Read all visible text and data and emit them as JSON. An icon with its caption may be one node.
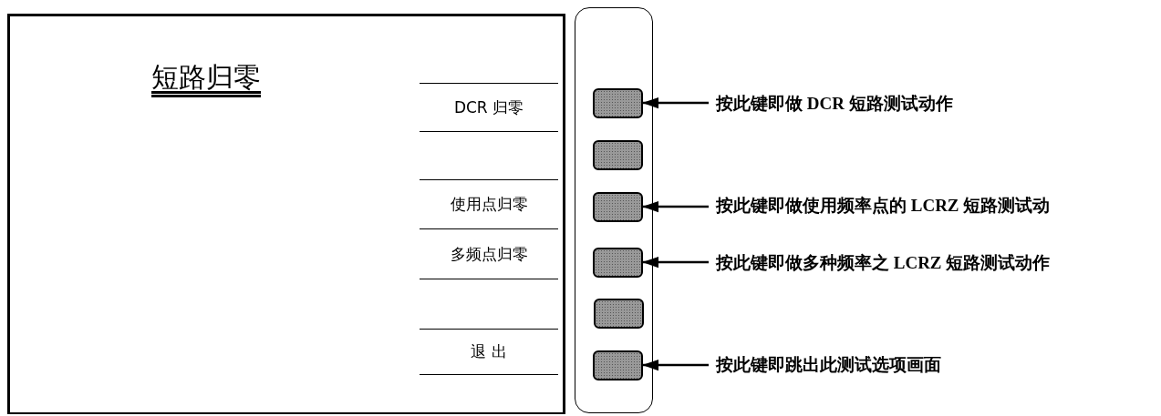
{
  "diagram": {
    "nodes": [
      {
        "text": [
          "短路归零"
        ]
      },
      {
        "text": [
          "DCR 归零"
        ],
        "in": 0
      },
      {
        "text": [],
        "shape": "box",
        "in": 0
      },
      {
        "text": [
          "使用点归零"
        ],
        "in": 0
      },
      {
        "text": [
          "多频点归零"
        ],
        "in": 0
      },
      {
        "text": [],
        "shape": "box",
        "in": 0
      },
      {
        "text": [
          "退 出"
        ],
        "in": 0
      },
      {
        "text": [],
        "shape": "box"
      },
      {
        "text": [],
        "shape": "box",
        "in": 7
      },
      {
        "text": [],
        "shape": "box",
        "in": 7
      },
      {
        "text": [],
        "shape": "box",
        "in": 7
      },
      {
        "text": [],
        "shape": "box",
        "in": 7
      },
      {
        "text": [],
        "shape": "box",
        "in": 7
      },
      {
        "text": [],
        "shape": "box",
        "in": 7
      },
      {
        "text": [
          "按此键即做 DCR 短路测试动作"
        ]
      },
      {
        "text": [
          "按此键即做使用频率点的 LCRZ 短路测试动"
        ]
      },
      {
        "text": [
          "按此键即做多种频率之 LCRZ 短路测试动作"
        ]
      },
      {
        "text": [
          "按此键即跳出此测试选项画面"
        ]
      }
    ],
    "edges": [
      {
        "from": 14,
        "to": 8,
        "arrow": "to"
      },
      {
        "from": 15,
        "to": 10,
        "arrow": "to"
      },
      {
        "from": 16,
        "to": 11,
        "arrow": "to"
      },
      {
        "from": 17,
        "to": 13,
        "arrow": "to"
      }
    ]
  }
}
